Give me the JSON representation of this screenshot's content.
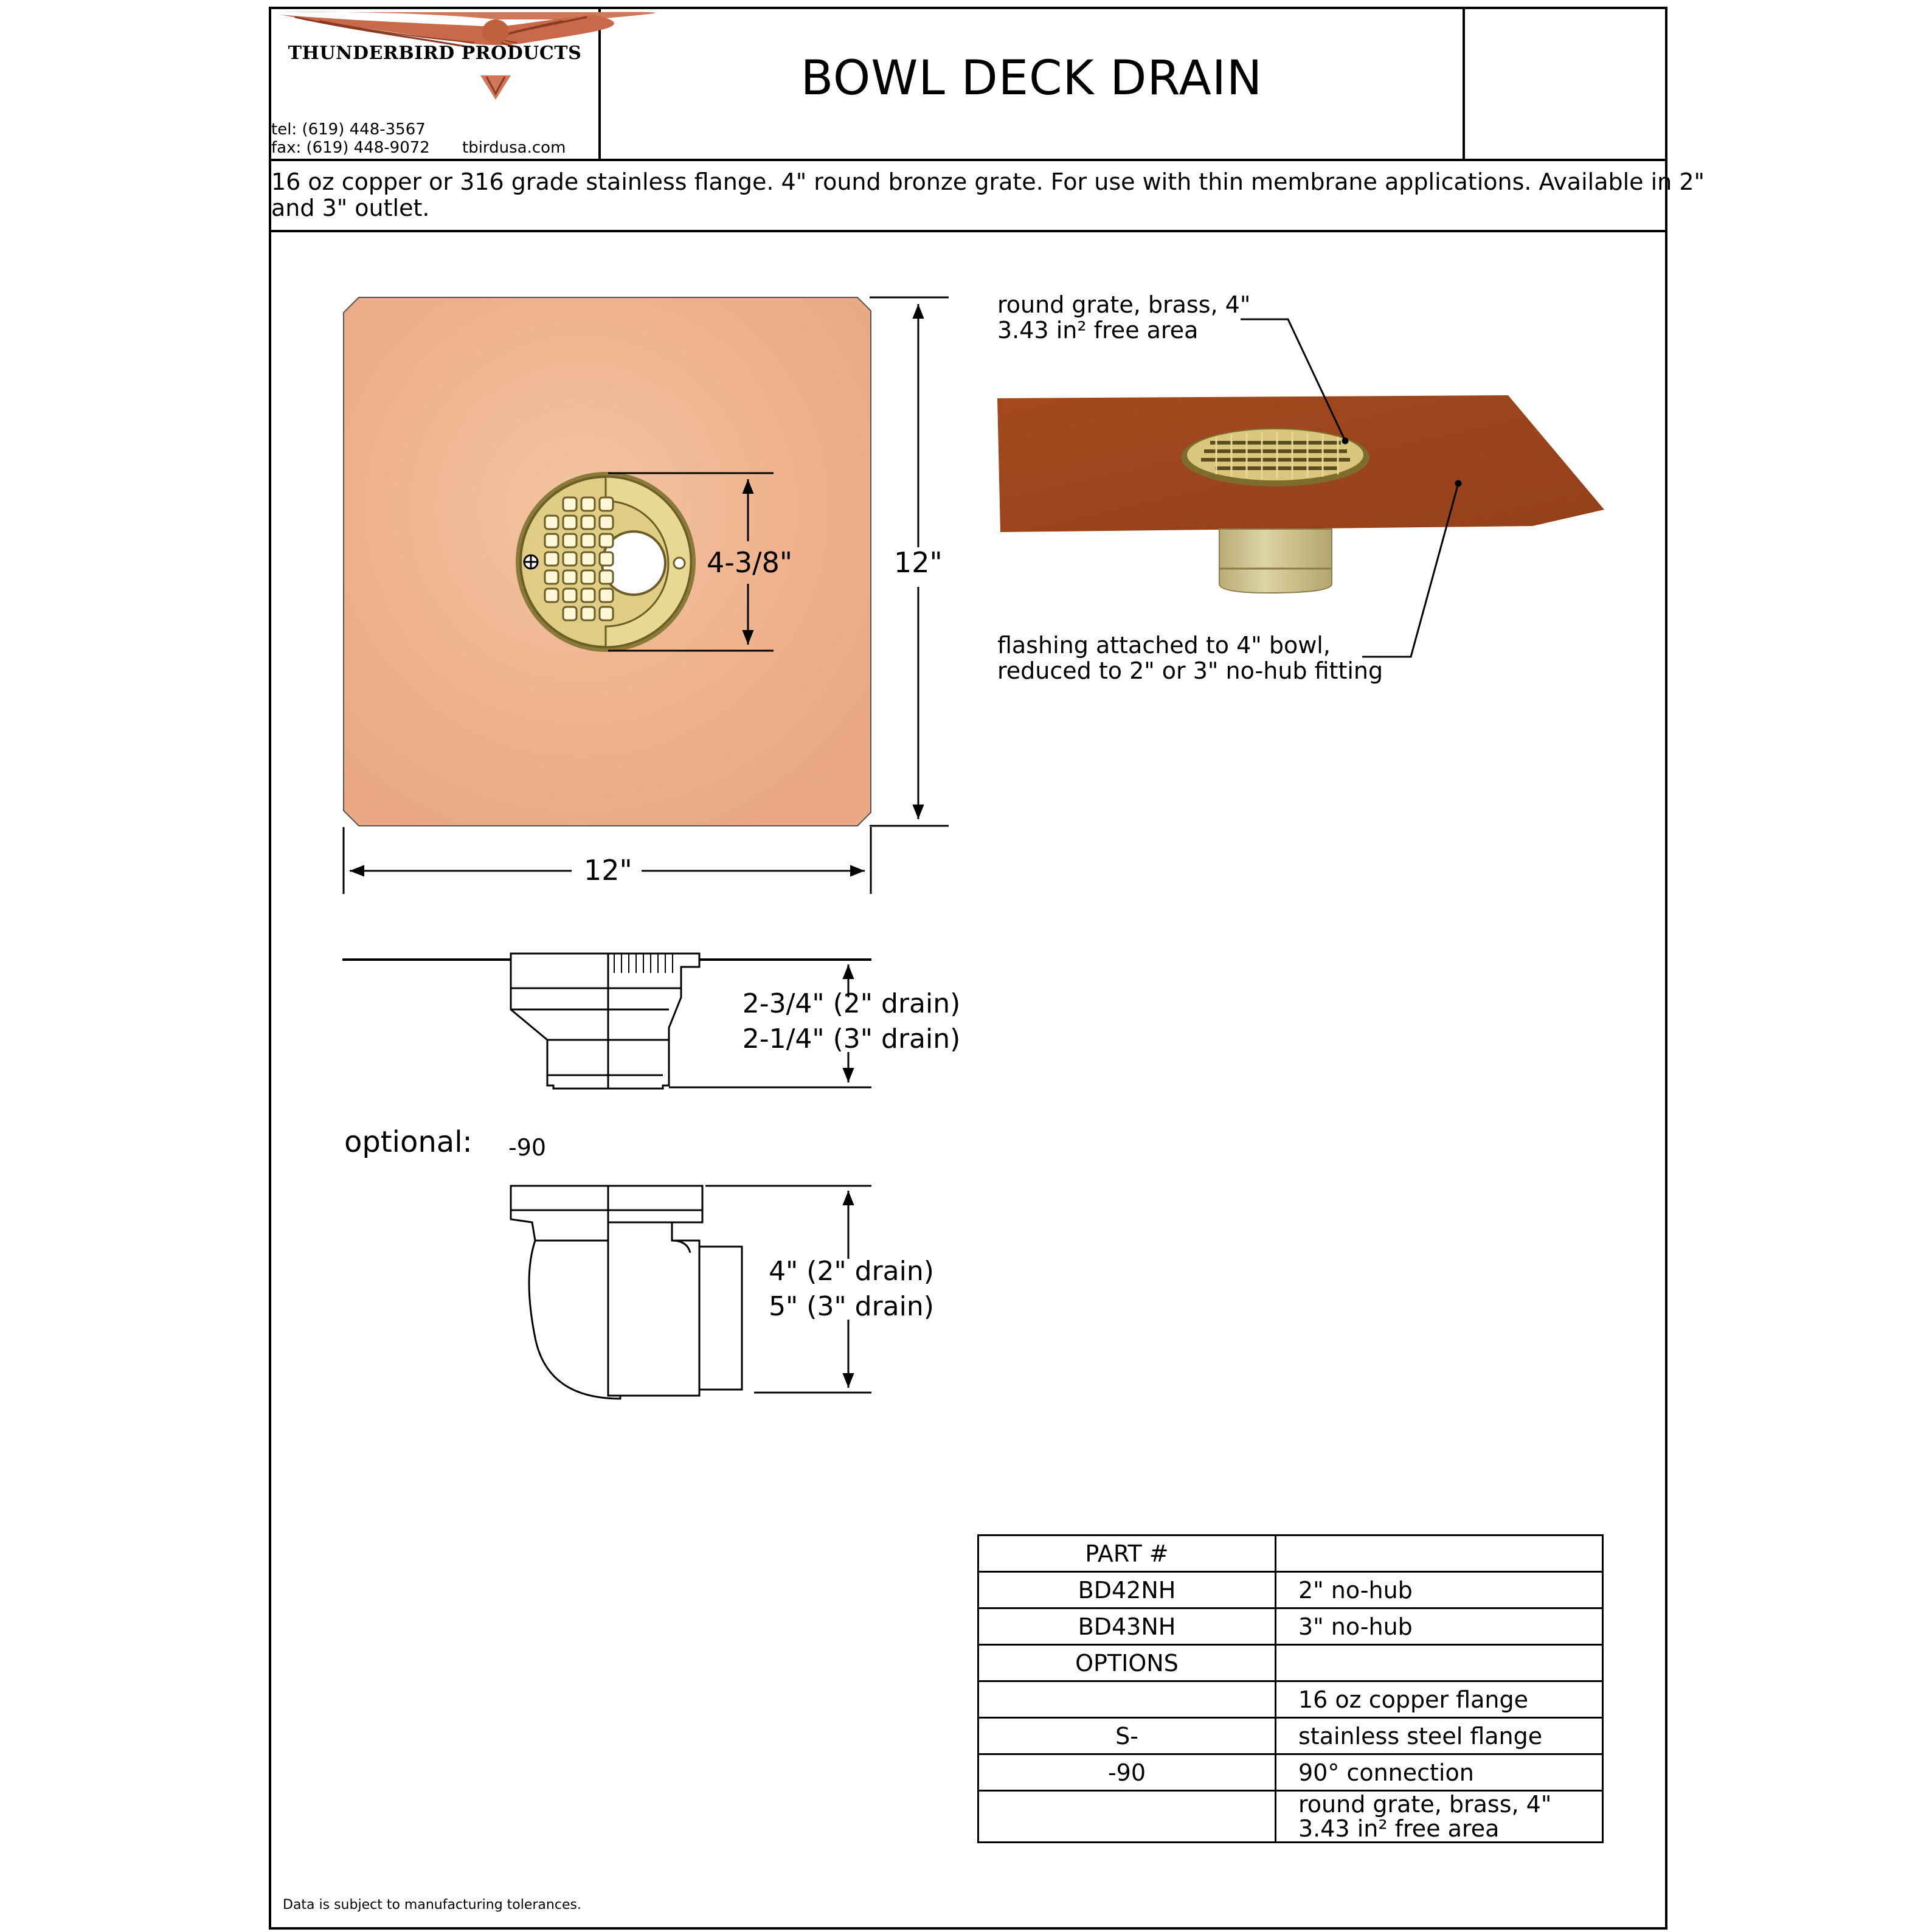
{
  "header": {
    "company": "THUNDERBIRD PRODUCTS",
    "tel": "tel:  (619) 448-3567",
    "fax": "fax: (619) 448-9072",
    "website": "tbirdusa.com",
    "title": "BOWL DECK DRAIN",
    "logo_icon": "thunderbird-eagle-logo"
  },
  "description": {
    "line1": "16 oz copper or 316 grade stainless flange. 4\" round bronze grate. For use with thin membrane applications. Available in 2\"",
    "line2": "and 3\" outlet."
  },
  "plan_view": {
    "width_dim": "12\"",
    "height_dim": "12\"",
    "grate_dim": "4-3/8\""
  },
  "iso_view": {
    "grate_label_1": "round grate, brass, 4\"",
    "grate_label_2": "3.43 in² free area",
    "flashing_label_1": "flashing attached to 4\" bowl,",
    "flashing_label_2": "reduced to 2\" or 3\" no-hub fitting"
  },
  "side_view": {
    "height_line_1": "2-3/4\" (2\" drain)",
    "height_line_2": "2-1/4\" (3\" drain)"
  },
  "optional": {
    "label": "optional:",
    "code": "-90",
    "height_line_1": "4\" (2\" drain)",
    "height_line_2": "5\" (3\" drain)"
  },
  "parts_table": {
    "rows": [
      {
        "part": "PART #",
        "desc": ""
      },
      {
        "part": "BD42NH",
        "desc": "2\" no-hub"
      },
      {
        "part": "BD43NH",
        "desc": "3\" no-hub"
      },
      {
        "part": "OPTIONS",
        "desc": ""
      },
      {
        "part": "",
        "desc": "16 oz copper flange"
      },
      {
        "part": "S-",
        "desc": "stainless steel flange"
      },
      {
        "part": "-90",
        "desc": "90° connection"
      },
      {
        "part": "",
        "desc": "round grate, brass, 4\"",
        "desc2": "3.43 in² free area"
      }
    ]
  },
  "footer": {
    "note": "Data is subject to manufacturing tolerances."
  },
  "colors": {
    "copper_flat": "#eeb18c",
    "copper_iso": "#a0461e",
    "brass": "#d8c57a",
    "bronze_pipe": "#cfc594"
  }
}
